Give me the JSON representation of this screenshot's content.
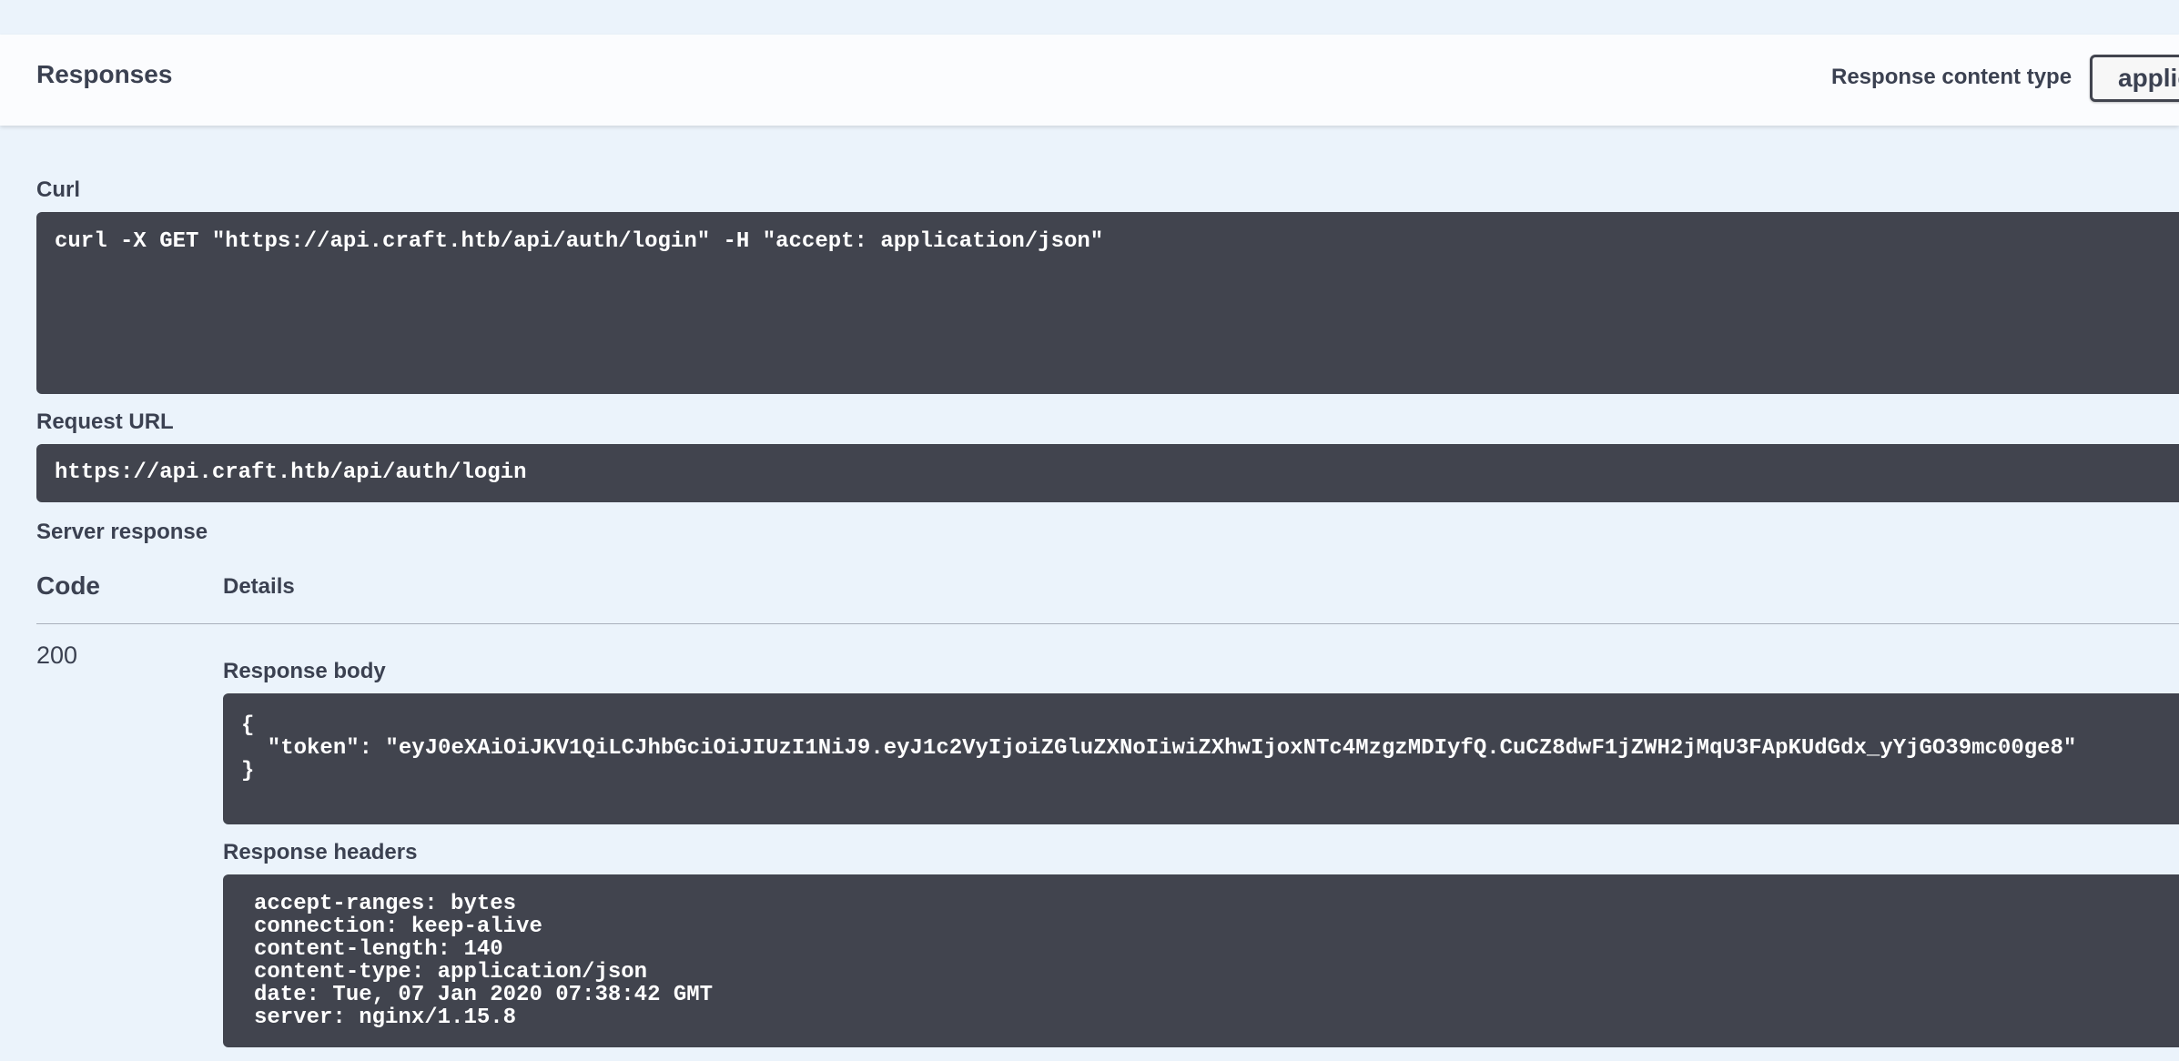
{
  "responses": {
    "title": "Responses",
    "content_type_label": "Response content type",
    "content_type_value": "application/json"
  },
  "curl": {
    "label": "Curl",
    "command": "curl -X GET \"https://api.craft.htb/api/auth/login\" -H \"accept: application/json\""
  },
  "request_url": {
    "label": "Request URL",
    "value": "https://api.craft.htb/api/auth/login"
  },
  "server_response": {
    "label": "Server response",
    "table": {
      "code_header": "Code",
      "details_header": "Details"
    },
    "code": "200",
    "body_label": "Response body",
    "body": "{\n  \"token\": \"eyJ0eXAiOiJKV1QiLCJhbGciOiJIUzI1NiJ9.eyJ1c2VyIjoiZGluZXNoIiwiZXhwIjoxNTc4MzgzMDIyfQ.CuCZ8dwF1jZWH2jMqU3FApKUdGdx_yYjGO39mc00ge8\"\n}",
    "headers_label": "Response headers",
    "headers": "accept-ranges: bytes\nconnection: keep-alive\ncontent-length: 140\ncontent-type: application/json\ndate: Tue, 07 Jan 2020 07:38:42 GMT\nserver: nginx/1.15.8"
  }
}
